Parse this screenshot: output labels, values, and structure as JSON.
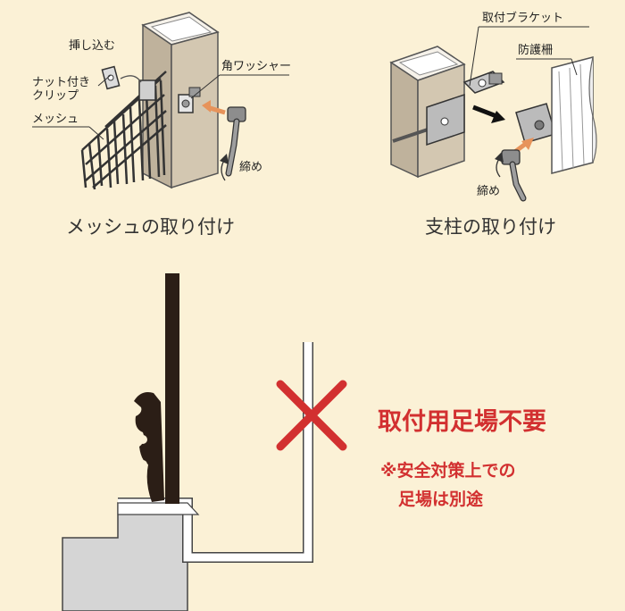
{
  "colors": {
    "background": "#fbf1d6",
    "post": "#cfc3ad",
    "mesh": "#3a3a3a",
    "arrow": "#e7935a",
    "red": "#d23030",
    "concrete": "#d5d5d5",
    "fence_post": "#2b1e16"
  },
  "icons": {
    "cross": "cross-mark-icon",
    "tighten": "rotate-arrow-icon",
    "push": "arrow-icon"
  },
  "left_figure": {
    "label_insert": "挿し込む",
    "label_nut_clip_1": "ナット付き",
    "label_nut_clip_2": "クリップ",
    "label_mesh": "メッシュ",
    "label_washer": "角ワッシャー",
    "label_tighten": "締め",
    "caption": "メッシュの取り付け"
  },
  "right_figure": {
    "label_bracket": "取付ブラケット",
    "label_fence": "防護柵",
    "label_tighten": "締め",
    "caption": "支柱の取り付け"
  },
  "notice": {
    "main": "取付用足場不要",
    "sub_line1": "※安全対策上での",
    "sub_line2": "足場は別途"
  }
}
